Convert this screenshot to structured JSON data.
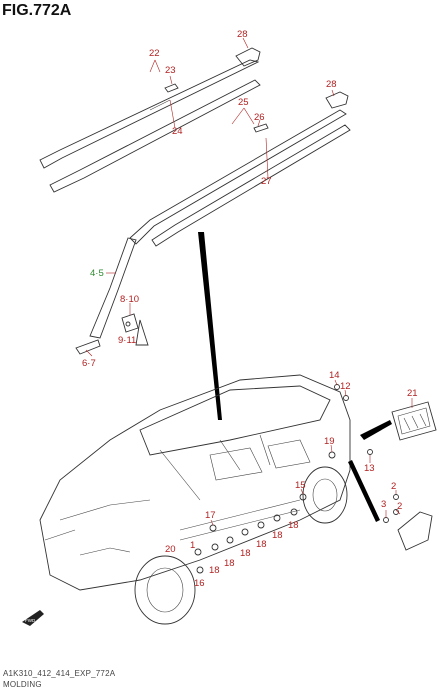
{
  "header": {
    "figure_title": "FIG.772A"
  },
  "footer": {
    "code": "A1K310_412_414_EXP_772A",
    "section": "MOLDING"
  },
  "callouts": {
    "c28a": "28",
    "c22": "22",
    "c23": "23",
    "c24": "24",
    "c28b": "28",
    "c25": "25",
    "c26": "26",
    "c27": "27",
    "c45": "4·5",
    "c810": "8·10",
    "c911": "9·11",
    "c67": "6·7",
    "c14": "14",
    "c12": "12",
    "c21": "21",
    "c19": "19",
    "c13": "13",
    "c17": "17",
    "c15": "15",
    "c18a": "18",
    "c18b": "18",
    "c18c": "18",
    "c18d": "18",
    "c18e": "18",
    "c18f": "18",
    "c20": "20",
    "c1": "1",
    "c16": "16",
    "c3": "3",
    "c2a": "2",
    "c2b": "2"
  },
  "badges": {
    "fwd": "FWD"
  }
}
